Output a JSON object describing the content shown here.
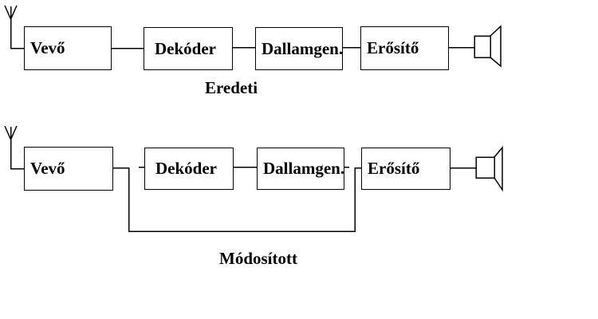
{
  "colors": {
    "line": "#000000",
    "text": "#000000",
    "background": "#ffffff"
  },
  "diagrams": [
    {
      "id": "eredeti",
      "caption": "Eredeti",
      "input_icon": "antenna-icon",
      "output_icon": "speaker-icon",
      "blocks": [
        {
          "label": "Vevő"
        },
        {
          "label": "Dekóder"
        },
        {
          "label": "Dallamgen."
        },
        {
          "label": "Erősítő"
        }
      ]
    },
    {
      "id": "modositott",
      "caption": "Módosított",
      "input_icon": "antenna-icon",
      "output_icon": "speaker-icon",
      "blocks": [
        {
          "label": "Vevő"
        },
        {
          "label": "Dekóder"
        },
        {
          "label": "Dallamgen."
        },
        {
          "label": "Erősítő"
        }
      ]
    }
  ]
}
